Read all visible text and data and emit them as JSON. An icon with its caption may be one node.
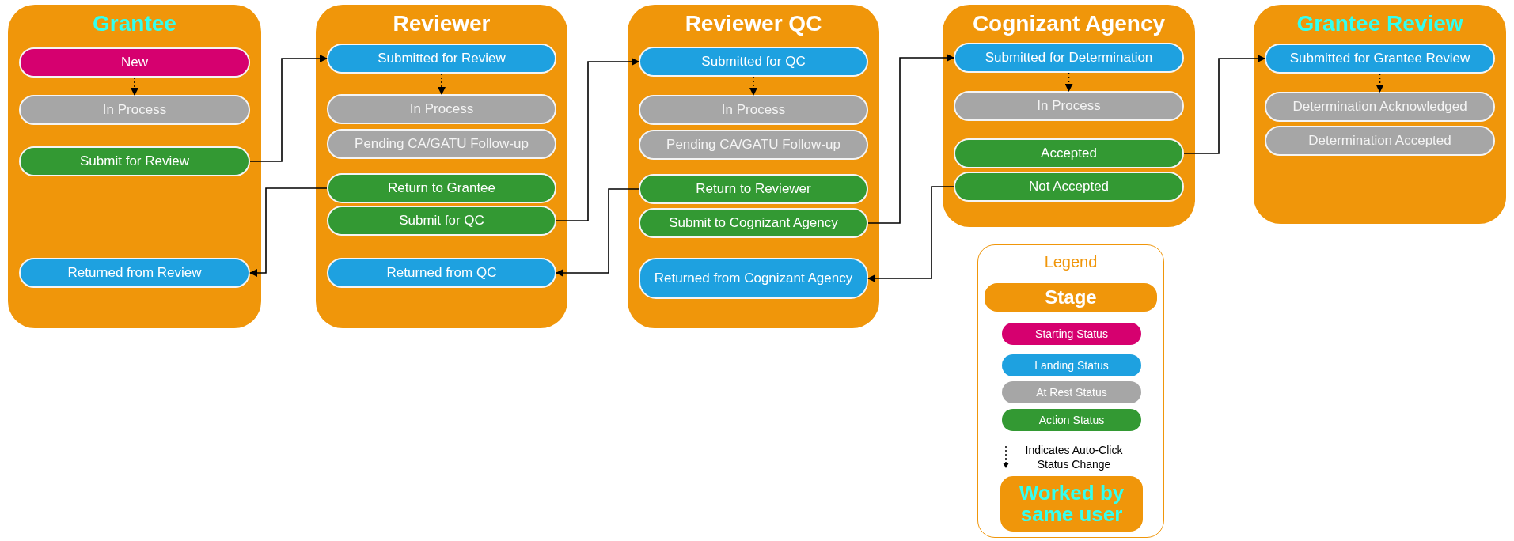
{
  "diagram": {
    "nodes": [
      {
        "text": [
          "Grantee"
        ]
      },
      {
        "text": [
          "New"
        ],
        "in": 0
      },
      {
        "text": [
          "In Process"
        ],
        "in": 0
      },
      {
        "text": [
          "Submit for Review"
        ],
        "in": 0
      },
      {
        "text": [
          "Returned from Review"
        ],
        "in": 0
      },
      {
        "text": [
          "Reviewer"
        ]
      },
      {
        "text": [
          "Submitted for Review"
        ],
        "in": 5
      },
      {
        "text": [
          "In Process"
        ],
        "in": 5
      },
      {
        "text": [
          "Pending CA/GATU Follow-up"
        ],
        "in": 5
      },
      {
        "text": [
          "Return to Grantee"
        ],
        "in": 5
      },
      {
        "text": [
          "Submit for QC"
        ],
        "in": 5
      },
      {
        "text": [
          "Returned from QC"
        ],
        "in": 5
      },
      {
        "text": [
          "Reviewer QC"
        ]
      },
      {
        "text": [
          "Submitted for QC"
        ],
        "in": 12
      },
      {
        "text": [
          "In Process"
        ],
        "in": 12
      },
      {
        "text": [
          "Pending CA/GATU Follow-up"
        ],
        "in": 12
      },
      {
        "text": [
          "Return to Reviewer"
        ],
        "in": 12
      },
      {
        "text": [
          "Submit to Cognizant Agency"
        ],
        "in": 12
      },
      {
        "text": [
          "Returned from Cognizant Agency"
        ],
        "in": 12
      },
      {
        "text": [
          "Cognizant Agency"
        ]
      },
      {
        "text": [
          "Submitted for Determination"
        ],
        "in": 19
      },
      {
        "text": [
          "In Process"
        ],
        "in": 19
      },
      {
        "text": [
          "Accepted"
        ],
        "in": 19
      },
      {
        "text": [
          "Not Accepted"
        ],
        "in": 19
      },
      {
        "text": [
          "Grantee Review"
        ]
      },
      {
        "text": [
          "Submitted for Grantee Review"
        ],
        "in": 24
      },
      {
        "text": [
          "Determination Acknowledged"
        ],
        "in": 24
      },
      {
        "text": [
          "Determination Accepted"
        ],
        "in": 24
      }
    ],
    "edges": [
      {
        "from": 1,
        "to": 2,
        "arrow": "to",
        "style": "dashed"
      },
      {
        "from": 6,
        "to": 7,
        "arrow": "to",
        "style": "dashed"
      },
      {
        "from": 13,
        "to": 14,
        "arrow": "to",
        "style": "dashed"
      },
      {
        "from": 20,
        "to": 21,
        "arrow": "to",
        "style": "dashed"
      },
      {
        "from": 25,
        "to": 26,
        "arrow": "to",
        "style": "dashed"
      },
      {
        "from": 3,
        "to": 6,
        "arrow": "to"
      },
      {
        "from": 9,
        "to": 4,
        "arrow": "to"
      },
      {
        "from": 10,
        "to": 13,
        "arrow": "to"
      },
      {
        "from": 16,
        "to": 11,
        "arrow": "to"
      },
      {
        "from": 17,
        "to": 20,
        "arrow": "to"
      },
      {
        "from": 23,
        "to": 18,
        "arrow": "to"
      },
      {
        "from": 22,
        "to": 25,
        "arrow": "to"
      }
    ],
    "labels": [
      "Legend"
    ],
    "legend": [
      {
        "text": "Stage",
        "color": "#f0960a"
      },
      {
        "text": "Starting Status",
        "color": "#d6006f"
      },
      {
        "text": "Landing Status",
        "color": "#1ea1e0"
      },
      {
        "text": "At Rest Status",
        "color": "#a6a6a6"
      },
      {
        "text": "Action Status",
        "color": "#339933"
      },
      {
        "text": "Indicates Auto-Click Status Change"
      },
      {
        "text": "Worked by same user",
        "color": "#f0960a"
      }
    ]
  }
}
